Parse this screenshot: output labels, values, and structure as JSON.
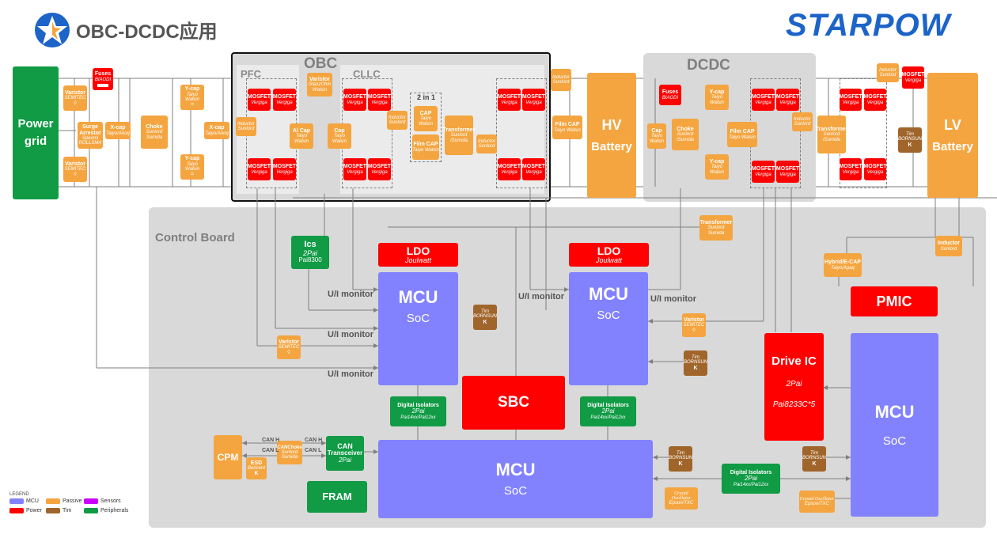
{
  "header": {
    "title": "OBC-DCDC应用",
    "brand": "STARPOW"
  },
  "regions": {
    "obc": "OBC",
    "dcdc": "DCDC",
    "control_board": "Control Board",
    "pfc": "PFC",
    "cllc": "CLLC"
  },
  "blocks": {
    "power_grid": [
      "Power",
      "grid"
    ],
    "fuses_left": {
      "name": "Fuses",
      "vendor": "BIAODI"
    },
    "fuses_right": {
      "name": "Fuses",
      "vendor": "BIAODI"
    },
    "varistor_top": {
      "name": "Varistor",
      "vendor": "SEMITEC"
    },
    "varistor_bot": {
      "name": "Varistor",
      "vendor": "SEMITEC"
    },
    "surge": {
      "name": "Surge Arrestor",
      "vendor": "Speemi",
      "sub": "ROLLSMA"
    },
    "xcap_1": {
      "name": "X-cap",
      "vendor": "Taiyo/Anoq"
    },
    "choke_1": {
      "name": "Choke",
      "vendor": "Sunlord Sumida"
    },
    "ycap_1": {
      "name": "Y-cap",
      "vendor": "Taiyo Walsin"
    },
    "ycap_2": {
      "name": "Y-cap",
      "vendor": "Taiyo Walsin"
    },
    "xcap_2": {
      "name": "X-cap",
      "vendor": "Taiyo/Anoq"
    },
    "mosfet": {
      "name": "MOSFET",
      "vendor": "Vergiga"
    },
    "pfc_inductor": {
      "name": "Inductor",
      "vendor": "Sunlord"
    },
    "pfc_varistor": {
      "name": "Varistor",
      "vendor": "GlanzOhm Walsin"
    },
    "al_cap": {
      "name": "Al Cap",
      "vendor": "Taiyo Walsin"
    },
    "cap_obc": {
      "name": "Cap",
      "vendor": "Taiyo Walsin"
    },
    "cllc_inductor": {
      "name": "Inductor",
      "vendor": "Sunlord"
    },
    "two_in_one": "2 in 1",
    "cap_2in1": {
      "name": "CAP",
      "vendor": "Taiyo Walsin"
    },
    "filmcap_2in1": {
      "name": "Film CAP",
      "vendor": "Taiyo Walsin"
    },
    "transformer_obc": {
      "name": "Transformer",
      "vendor": "Sunlord /Sumida"
    },
    "cllc_inductor2": {
      "name": "Inductor",
      "vendor": "Sunlord"
    },
    "inductor_hv": {
      "name": "Inductor",
      "vendor": "Sunlord"
    },
    "filmcap_hv": {
      "name": "Film CAP",
      "vendor": "Taiyo Walsin"
    },
    "hv_battery": [
      "HV",
      "Battery"
    ],
    "dcdc_cap": {
      "name": "Cap",
      "vendor": "Taiyo Walsin"
    },
    "dcdc_choke": {
      "name": "Choke",
      "vendor": "Sunlord /Sumida"
    },
    "dcdc_ycap1": {
      "name": "Y-cap",
      "vendor": "Taiyo Walsin"
    },
    "dcdc_ycap2": {
      "name": "Y-cap",
      "vendor": "Taiyo Walsin"
    },
    "dcdc_filmcap": {
      "name": "Film CAP",
      "vendor": "Taiyo Walsin"
    },
    "dcdc_inductor": {
      "name": "Inductor",
      "vendor": "Sunlord"
    },
    "dcdc_transformer": {
      "name": "Transformer",
      "vendor": "Sunlord /Sumida"
    },
    "lv_inductor": {
      "name": "Inductor",
      "vendor": "Sunlord"
    },
    "tim_right": {
      "name": "Tim",
      "vendor": "BORNSUN",
      "k": "K"
    },
    "lv_battery": [
      "LV",
      "Battery"
    ],
    "cb_transformer": {
      "name": "Transformer",
      "vendor": "Sunlord Sumida"
    },
    "cb_inductor": {
      "name": "Inductor",
      "vendor": "Sunlord"
    },
    "hybrid_cap": {
      "name": "Hybrid/E-CAP",
      "vendor": "Taiyo/Apaq"
    },
    "ics": {
      "name": "Ics",
      "vendor": "2Pai",
      "part": "Pai8300"
    },
    "ldo1": {
      "name": "LDO",
      "vendor": "Joulwatt"
    },
    "ldo2": {
      "name": "LDO",
      "vendor": "Joulwatt"
    },
    "mcu1": {
      "name": "MCU",
      "sub": "SoC"
    },
    "mcu2": {
      "name": "MCU",
      "sub": "SoC"
    },
    "mcu3": {
      "name": "MCU",
      "sub": "SoC"
    },
    "mcu4": {
      "name": "MCU",
      "sub": "SoC"
    },
    "tim1": {
      "name": "Tim",
      "vendor": "BORNSUN",
      "k": "K"
    },
    "tim2": {
      "name": "Tim",
      "vendor": "BORNSUN",
      "k": "K"
    },
    "tim3": {
      "name": "Tim",
      "vendor": "BORNSUN",
      "k": "K"
    },
    "tim4": {
      "name": "Tim",
      "vendor": "BORNSUN",
      "k": "K"
    },
    "cb_varistor1": {
      "name": "Varistor",
      "vendor": "SEMITEC"
    },
    "cb_varistor2": {
      "name": "Varistor",
      "vendor": "SEMITEC"
    },
    "pmic": "PMIC",
    "drive_ic": {
      "name": "Drive IC",
      "vendor": "2Pai",
      "part": "Pai8233C*5"
    },
    "sbc": "SBC",
    "iso1": {
      "name": "Digital Isolators",
      "vendor": "2Pai",
      "part": "Pai14xx/Pai12xx"
    },
    "iso2": {
      "name": "Digital Isolators",
      "vendor": "2Pai",
      "part": "Pai14xx/Pai12xx"
    },
    "iso3": {
      "name": "Digital Isolators",
      "vendor": "2Pai",
      "part": "Pai14xx/Pai12xx"
    },
    "cpm": "CPM",
    "esd": {
      "name": "ESD",
      "vendor": "Bencent",
      "k": "K"
    },
    "can_choke": {
      "name": "CANChoke",
      "vendor": "Sunlord Sumida"
    },
    "can_transceiver": {
      "name": "CAN",
      "name2": "Transceiver",
      "vendor": "2Pai"
    },
    "fram": "FRAM",
    "crystal1": {
      "name": "Crystal Oscillator",
      "vendor": "Epson/TXC"
    },
    "crystal2": {
      "name": "Crystal Oscillator",
      "vendor": "Epson/TXC"
    }
  },
  "labels": {
    "ui_monitor": "U/I monitor",
    "can_h": "CAN H",
    "can_l": "CAN L"
  },
  "legend": {
    "title": "LEGEND",
    "items": [
      {
        "label": "MCU",
        "color": "#8282ff"
      },
      {
        "label": "Passive",
        "color": "#f4a540"
      },
      {
        "label": "Sensors",
        "color": "#cc00ff"
      },
      {
        "label": "Power",
        "color": "#ff0000"
      },
      {
        "label": "Tim",
        "color": "#a0652a"
      },
      {
        "label": "Peripherals",
        "color": "#119b45"
      }
    ]
  },
  "colors": {
    "mcu": "#8282ff",
    "power": "#ff0000",
    "passive": "#f4a540",
    "tim": "#a0652a",
    "peripheral": "#119b45",
    "region": "#d9d9d9",
    "brand": "#1c64c8"
  }
}
